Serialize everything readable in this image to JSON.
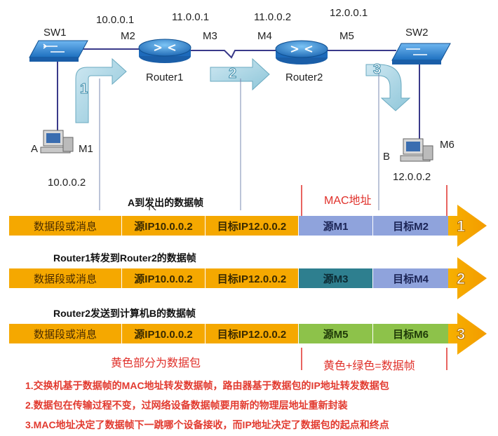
{
  "devices": {
    "sw1": "SW1",
    "sw2": "SW2",
    "router1": "Router1",
    "router2": "Router2",
    "host_a": "A",
    "host_b": "B"
  },
  "ports": {
    "m1": "M1",
    "m2": "M2",
    "m3": "M3",
    "m4": "M4",
    "m5": "M5",
    "m6": "M6"
  },
  "ips": {
    "m2": "10.0.0.1",
    "m3": "11.0.0.1",
    "m4": "11.0.0.2",
    "m5": "12.0.0.1",
    "a": "10.0.0.2",
    "b": "12.0.0.2"
  },
  "step_numbers": [
    "1",
    "2",
    "3"
  ],
  "mac_label": "MAC地址",
  "frames": [
    {
      "title": "A到发出的数据帧",
      "cells": [
        "数据段或消息",
        "源IP10.0.0.2",
        "目标IP12.0.0.2",
        "源M1",
        "目标M2"
      ],
      "mac_colors": [
        "#8fa3dc",
        "#8fa3dc"
      ],
      "number": "1"
    },
    {
      "title": "Router1转发到Router2的数据帧",
      "cells": [
        "数据段或消息",
        "源IP10.0.0.2",
        "目标IP12.0.0.2",
        "源M3",
        "目标M4"
      ],
      "mac_colors": [
        "#2e7f8f",
        "#8fa3dc"
      ],
      "number": "2"
    },
    {
      "title": "Router2发送到计算机B的数据帧",
      "cells": [
        "数据段或消息",
        "源IP10.0.0.2",
        "目标IP12.0.0.2",
        "源M5",
        "目标M6"
      ],
      "mac_colors": [
        "#8dc24a",
        "#8dc24a"
      ],
      "number": "3"
    }
  ],
  "bottom_labels": {
    "packet": "黄色部分为数据包",
    "frame": "黄色+绿色=数据帧"
  },
  "notes": [
    "1.交换机基于数据帧的MAC地址转发数据帧，路由器基于数据包的IP地址转发数据包",
    "2.数据包在传输过程不变，过网络设备数据帧要用新的物理层地址重新封装",
    "3.MAC地址决定了数据帧下一跳哪个设备接收，而IP地址决定了数据包的起点和终点"
  ]
}
